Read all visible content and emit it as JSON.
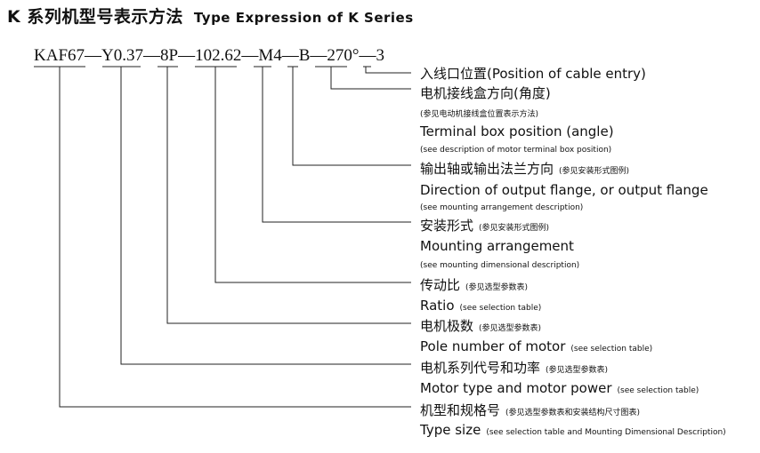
{
  "title": {
    "zh": "K 系列机型号表示方法",
    "en": "Type Expression of K Series"
  },
  "code": {
    "model": "KAF67",
    "motor": "Y0.37",
    "pole": "8P",
    "ratio": "102.62",
    "mount": "M4",
    "output": "B",
    "angle": "270°",
    "entry": "3",
    "sep": "—"
  },
  "labels": {
    "entry_en": "入线口位置(Position of cable entry)",
    "box_zh": "电机接线盒方向(角度)",
    "box_zh_note": "(参见电动机接线盒位置表示方法)",
    "box_en": "Terminal box position (angle)",
    "box_en_note": "(see description of motor terminal box position)",
    "output_zh": "输出轴或输出法兰方向",
    "output_zh_note": "(参见安装形式图例)",
    "output_en": "Direction of output flange, or output flange",
    "output_en_note": "(see mounting arrangement description)",
    "mount_zh": "安装形式",
    "mount_zh_note": "(参见安装形式图例)",
    "mount_en": "Mounting arrangement",
    "mount_en_note": "(see mounting dimensional description)",
    "ratio_zh": "传动比",
    "ratio_zh_note": "(参见选型参数表)",
    "ratio_en": "Ratio",
    "ratio_en_note": "(see selection table)",
    "pole_zh": "电机极数",
    "pole_zh_note": "(参见选型参数表)",
    "pole_en": "Pole number of motor",
    "pole_en_note": "(see selection table)",
    "motor_zh": "电机系列代号和功率",
    "motor_zh_note": "(参见选型参数表)",
    "motor_en": "Motor type and motor power",
    "motor_en_note": "(see selection table)",
    "size_zh": "机型和规格号",
    "size_zh_note": "(参见选型参数表和安装结构尺寸图表)",
    "size_en": "Type size",
    "size_en_note": "(see selection table and Mounting Dimensional Description)"
  }
}
